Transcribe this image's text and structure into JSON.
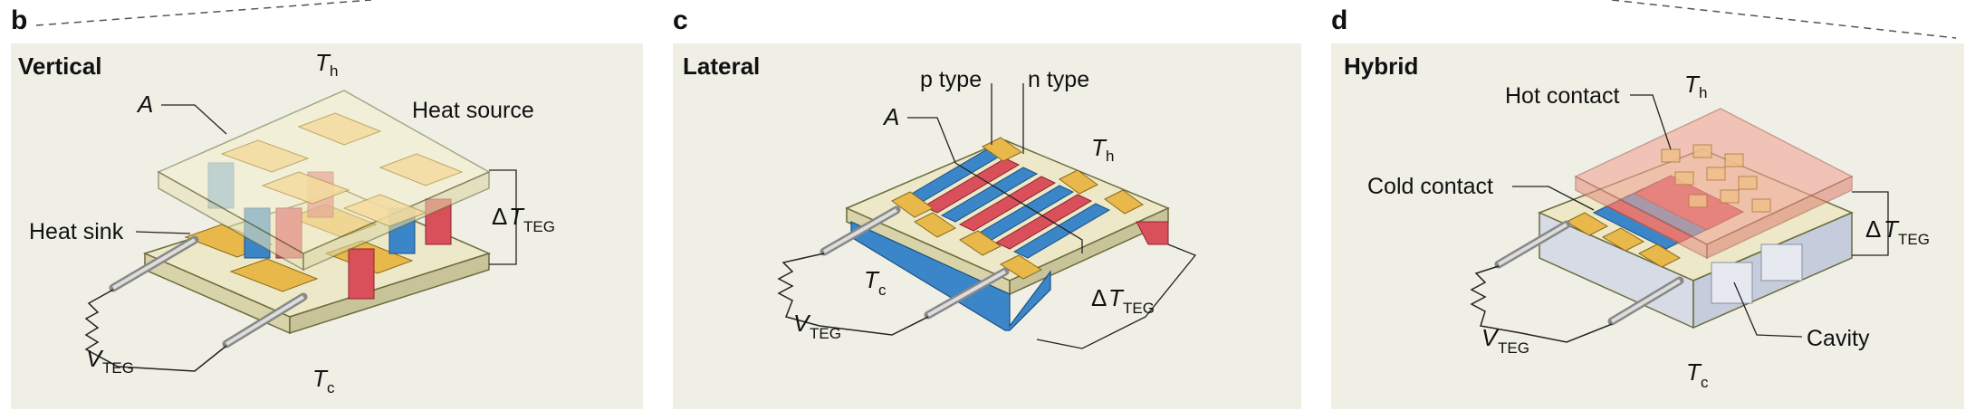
{
  "panels": [
    {
      "letter": "b",
      "title": "Vertical",
      "labels": {
        "th": "T",
        "th_sub": "h",
        "a": "A",
        "heat_source": "Heat source",
        "heat_sink": "Heat sink",
        "dt_delta": "Δ",
        "dt": "T",
        "dt_sub": "TEG",
        "v": "V",
        "v_sub": "TEG",
        "tc": "T",
        "tc_sub": "c"
      }
    },
    {
      "letter": "c",
      "title": "Lateral",
      "labels": {
        "p_type": "p type",
        "n_type": "n type",
        "a": "A",
        "th": "T",
        "th_sub": "h",
        "tc": "T",
        "tc_sub": "c",
        "v": "V",
        "v_sub": "TEG",
        "dt_delta": "Δ",
        "dt": "T",
        "dt_sub": "TEG"
      }
    },
    {
      "letter": "d",
      "title": "Hybrid",
      "labels": {
        "th": "T",
        "th_sub": "h",
        "hot_contact": "Hot contact",
        "cold_contact": "Cold contact",
        "dt_delta": "Δ",
        "dt": "T",
        "dt_sub": "TEG",
        "v": "V",
        "v_sub": "TEG",
        "cavity": "Cavity",
        "tc": "T",
        "tc_sub": "c"
      }
    }
  ],
  "colors": {
    "panel_bg": "#efefe6",
    "p_type": "#d9505a",
    "n_type": "#3b86c8",
    "contact": "#e9b84a",
    "plate": "#ece8c8",
    "hot_plate": "#f1a697"
  }
}
